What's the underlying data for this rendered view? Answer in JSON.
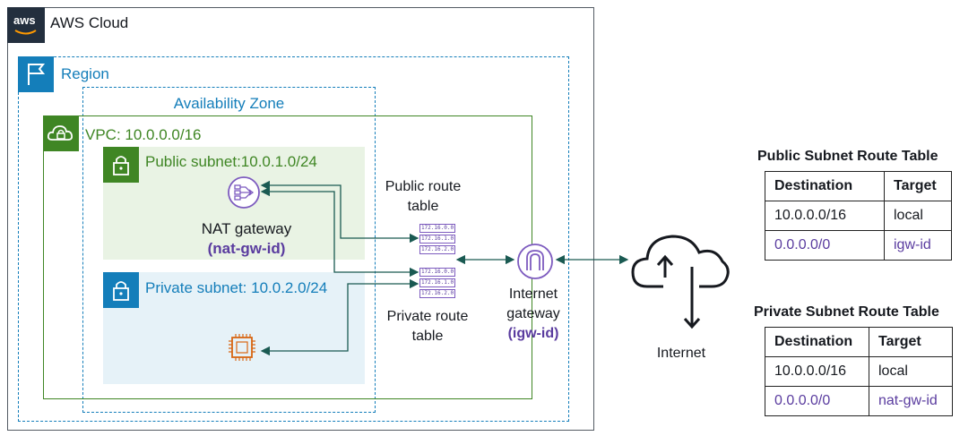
{
  "cloud": {
    "title": "AWS Cloud",
    "logo_text": "aws",
    "border_color": "#545b64",
    "logo_bg": "#232f3e"
  },
  "region": {
    "label": "Region",
    "color": "#147eba"
  },
  "az": {
    "label": "Availability Zone"
  },
  "vpc": {
    "label": "VPC: 10.0.0.0/16",
    "color": "#3f8624"
  },
  "public_subnet": {
    "label": "Public subnet:10.0.1.0/24",
    "bg": "#e9f3e4"
  },
  "private_subnet": {
    "label": "Private subnet: 10.0.2.0/24",
    "bg": "#e6f2f8"
  },
  "nat": {
    "label": "NAT gateway",
    "id": "(nat-gw-id)",
    "icon": "nat-gateway-icon"
  },
  "public_route_table": {
    "label_line1": "Public route",
    "label_line2": "table",
    "entries": [
      "172.16.0.0",
      "172.16.1.0",
      "172.16.2.0"
    ]
  },
  "private_route_table": {
    "label_line1": "Private route",
    "label_line2": "table",
    "entries": [
      "172.16.0.0",
      "172.16.1.0",
      "172.16.2.0"
    ]
  },
  "igw": {
    "label_line1": "Internet",
    "label_line2": "gateway",
    "id": "(igw-id)",
    "icon": "internet-gateway-icon"
  },
  "internet": {
    "label": "Internet",
    "icon": "cloud-upload-download-icon"
  },
  "ec2": {
    "icon": "ec2-instance-icon",
    "color": "#d86613"
  },
  "public_table": {
    "title": "Public Subnet Route Table",
    "headers": [
      "Destination",
      "Target"
    ],
    "rows": [
      {
        "destination": "10.0.0.0/16",
        "target": "local"
      },
      {
        "destination": "0.0.0.0/0",
        "target": "igw-id"
      }
    ]
  },
  "private_table": {
    "title": "Private Subnet Route Table",
    "headers": [
      "Destination",
      "Target"
    ],
    "rows": [
      {
        "destination": "10.0.0.0/16",
        "target": "local"
      },
      {
        "destination": "0.0.0.0/0",
        "target": "nat-gw-id"
      }
    ]
  },
  "colors": {
    "accent_purple": "#5a3c9f",
    "arrow": "#1a5a52"
  }
}
